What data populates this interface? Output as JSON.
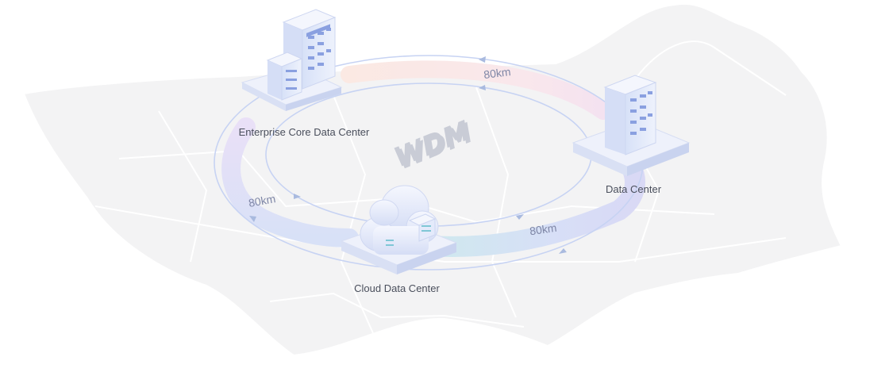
{
  "nodes": {
    "enterprise": {
      "label": "Enterprise Core Data Center"
    },
    "datacenter": {
      "label": "Data Center"
    },
    "cloud": {
      "label": "Cloud Data Center"
    }
  },
  "links": {
    "enterprise_datacenter": {
      "distance": "80km"
    },
    "enterprise_cloud": {
      "distance": "80km"
    },
    "cloud_datacenter": {
      "distance": "80km"
    }
  },
  "center": {
    "text": "WDM"
  },
  "colors": {
    "ring_blue": "#b9c7ee",
    "ring_pink": "#f7dede",
    "ring_teal": "#bfe4ea",
    "server": "#e8eefb",
    "server_accent": "#7d94dc",
    "map": "#f3f3f4"
  }
}
